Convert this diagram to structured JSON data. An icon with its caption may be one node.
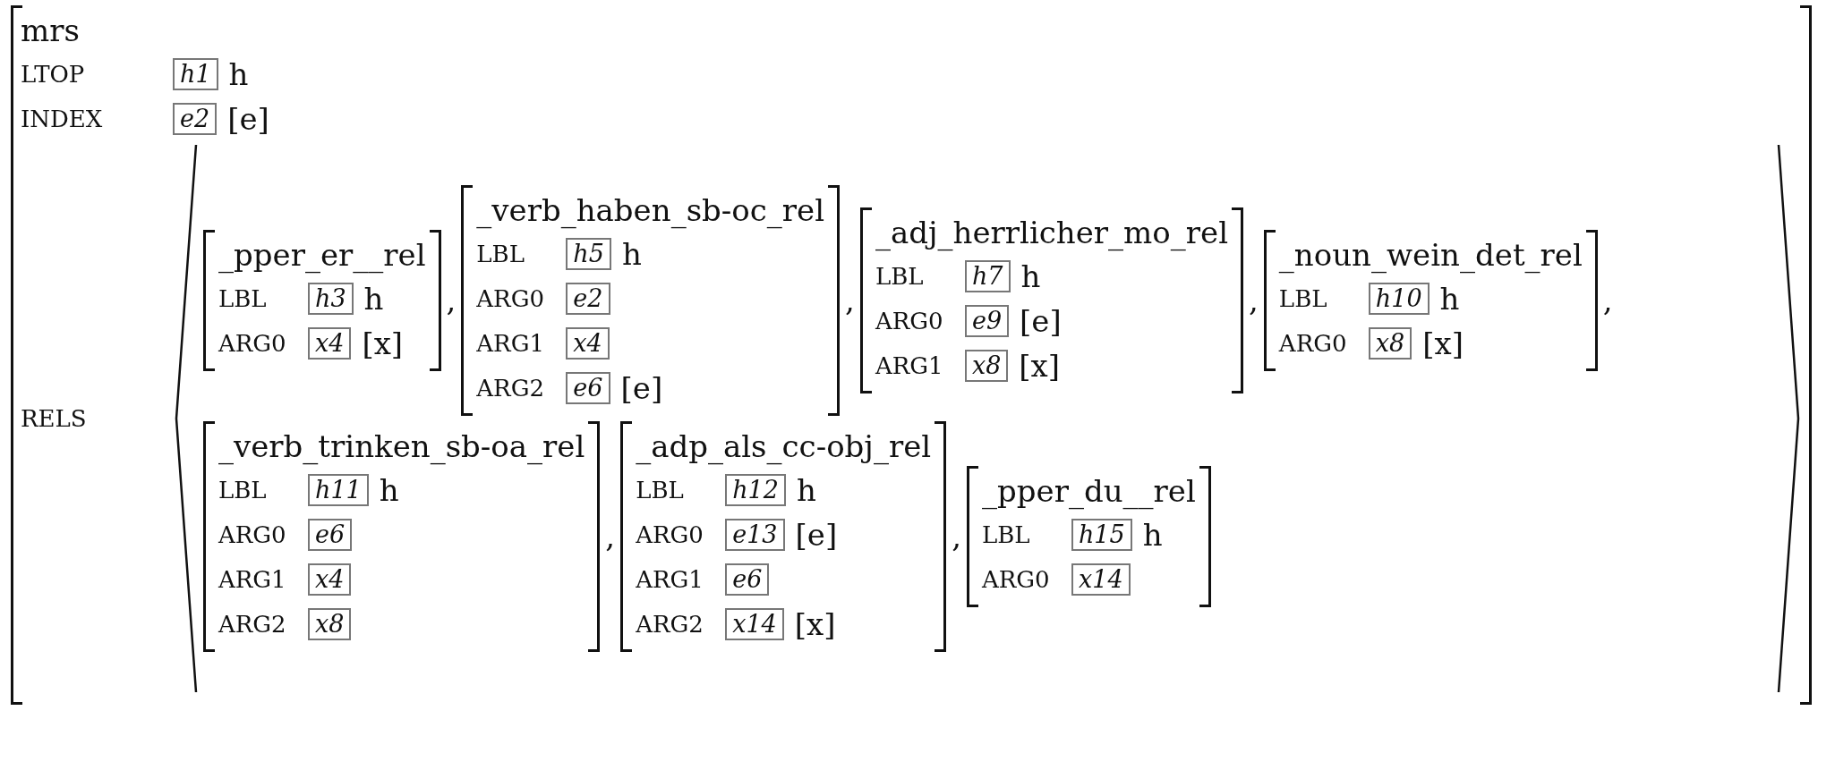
{
  "diagram": {
    "nodes": [
      {
        "text": [
          "mrs"
        ]
      },
      {
        "text": [
          "h1"
        ],
        "in": 0
      },
      {
        "text": [
          "e2"
        ],
        "in": 0
      },
      {
        "text": [
          "_pper_er__rel"
        ],
        "in": 0
      },
      {
        "text": [
          "h3"
        ],
        "in": 3
      },
      {
        "text": [
          "x4"
        ],
        "in": 3
      },
      {
        "text": [
          "_verb_haben_sb-oc_rel"
        ],
        "in": 0
      },
      {
        "text": [
          "h5"
        ],
        "in": 6
      },
      {
        "text": [
          "e2"
        ],
        "in": 6
      },
      {
        "text": [
          "x4"
        ],
        "in": 6
      },
      {
        "text": [
          "e6"
        ],
        "in": 6
      },
      {
        "text": [
          "_adj_herrlicher_mo_rel"
        ],
        "in": 0
      },
      {
        "text": [
          "h7"
        ],
        "in": 11
      },
      {
        "text": [
          "e9"
        ],
        "in": 11
      },
      {
        "text": [
          "x8"
        ],
        "in": 11
      },
      {
        "text": [
          "_noun_wein_det_rel"
        ],
        "in": 0
      },
      {
        "text": [
          "h10"
        ],
        "in": 15
      },
      {
        "text": [
          "x8"
        ],
        "in": 15
      },
      {
        "text": [
          "_verb_trinken_sb-oa_rel"
        ],
        "in": 0
      },
      {
        "text": [
          "h11"
        ],
        "in": 18
      },
      {
        "text": [
          "e6"
        ],
        "in": 18
      },
      {
        "text": [
          "x4"
        ],
        "in": 18
      },
      {
        "text": [
          "x8"
        ],
        "in": 18
      },
      {
        "text": [
          "_adp_als_cc-obj_rel"
        ],
        "in": 0
      },
      {
        "text": [
          "h12"
        ],
        "in": 23
      },
      {
        "text": [
          "e13"
        ],
        "in": 23
      },
      {
        "text": [
          "e6"
        ],
        "in": 23
      },
      {
        "text": [
          "x14"
        ],
        "in": 23
      },
      {
        "text": [
          "_pper_du__rel"
        ],
        "in": 0
      },
      {
        "text": [
          "h15"
        ],
        "in": 28
      },
      {
        "text": [
          "x14"
        ],
        "in": 28
      }
    ],
    "labels": [
      "LTOP",
      "h",
      "INDEX",
      "[e]",
      "RELS",
      "LBL",
      "h",
      "ARG0",
      "[x]",
      ",",
      "LBL",
      "h",
      "ARG0",
      "ARG1",
      "ARG2",
      "[e]",
      ",",
      "LBL",
      "h",
      "ARG0",
      "[e]",
      "ARG1",
      "[x]",
      ",",
      "LBL",
      "h",
      "ARG0",
      "[x]",
      ",",
      "LBL",
      "h",
      "ARG0",
      "ARG1",
      "ARG2",
      ",",
      "LBL",
      "h",
      "ARG0",
      "[e]",
      "ARG1",
      "ARG2",
      "[x]",
      ",",
      "LBL",
      "h",
      "ARG0"
    ]
  }
}
